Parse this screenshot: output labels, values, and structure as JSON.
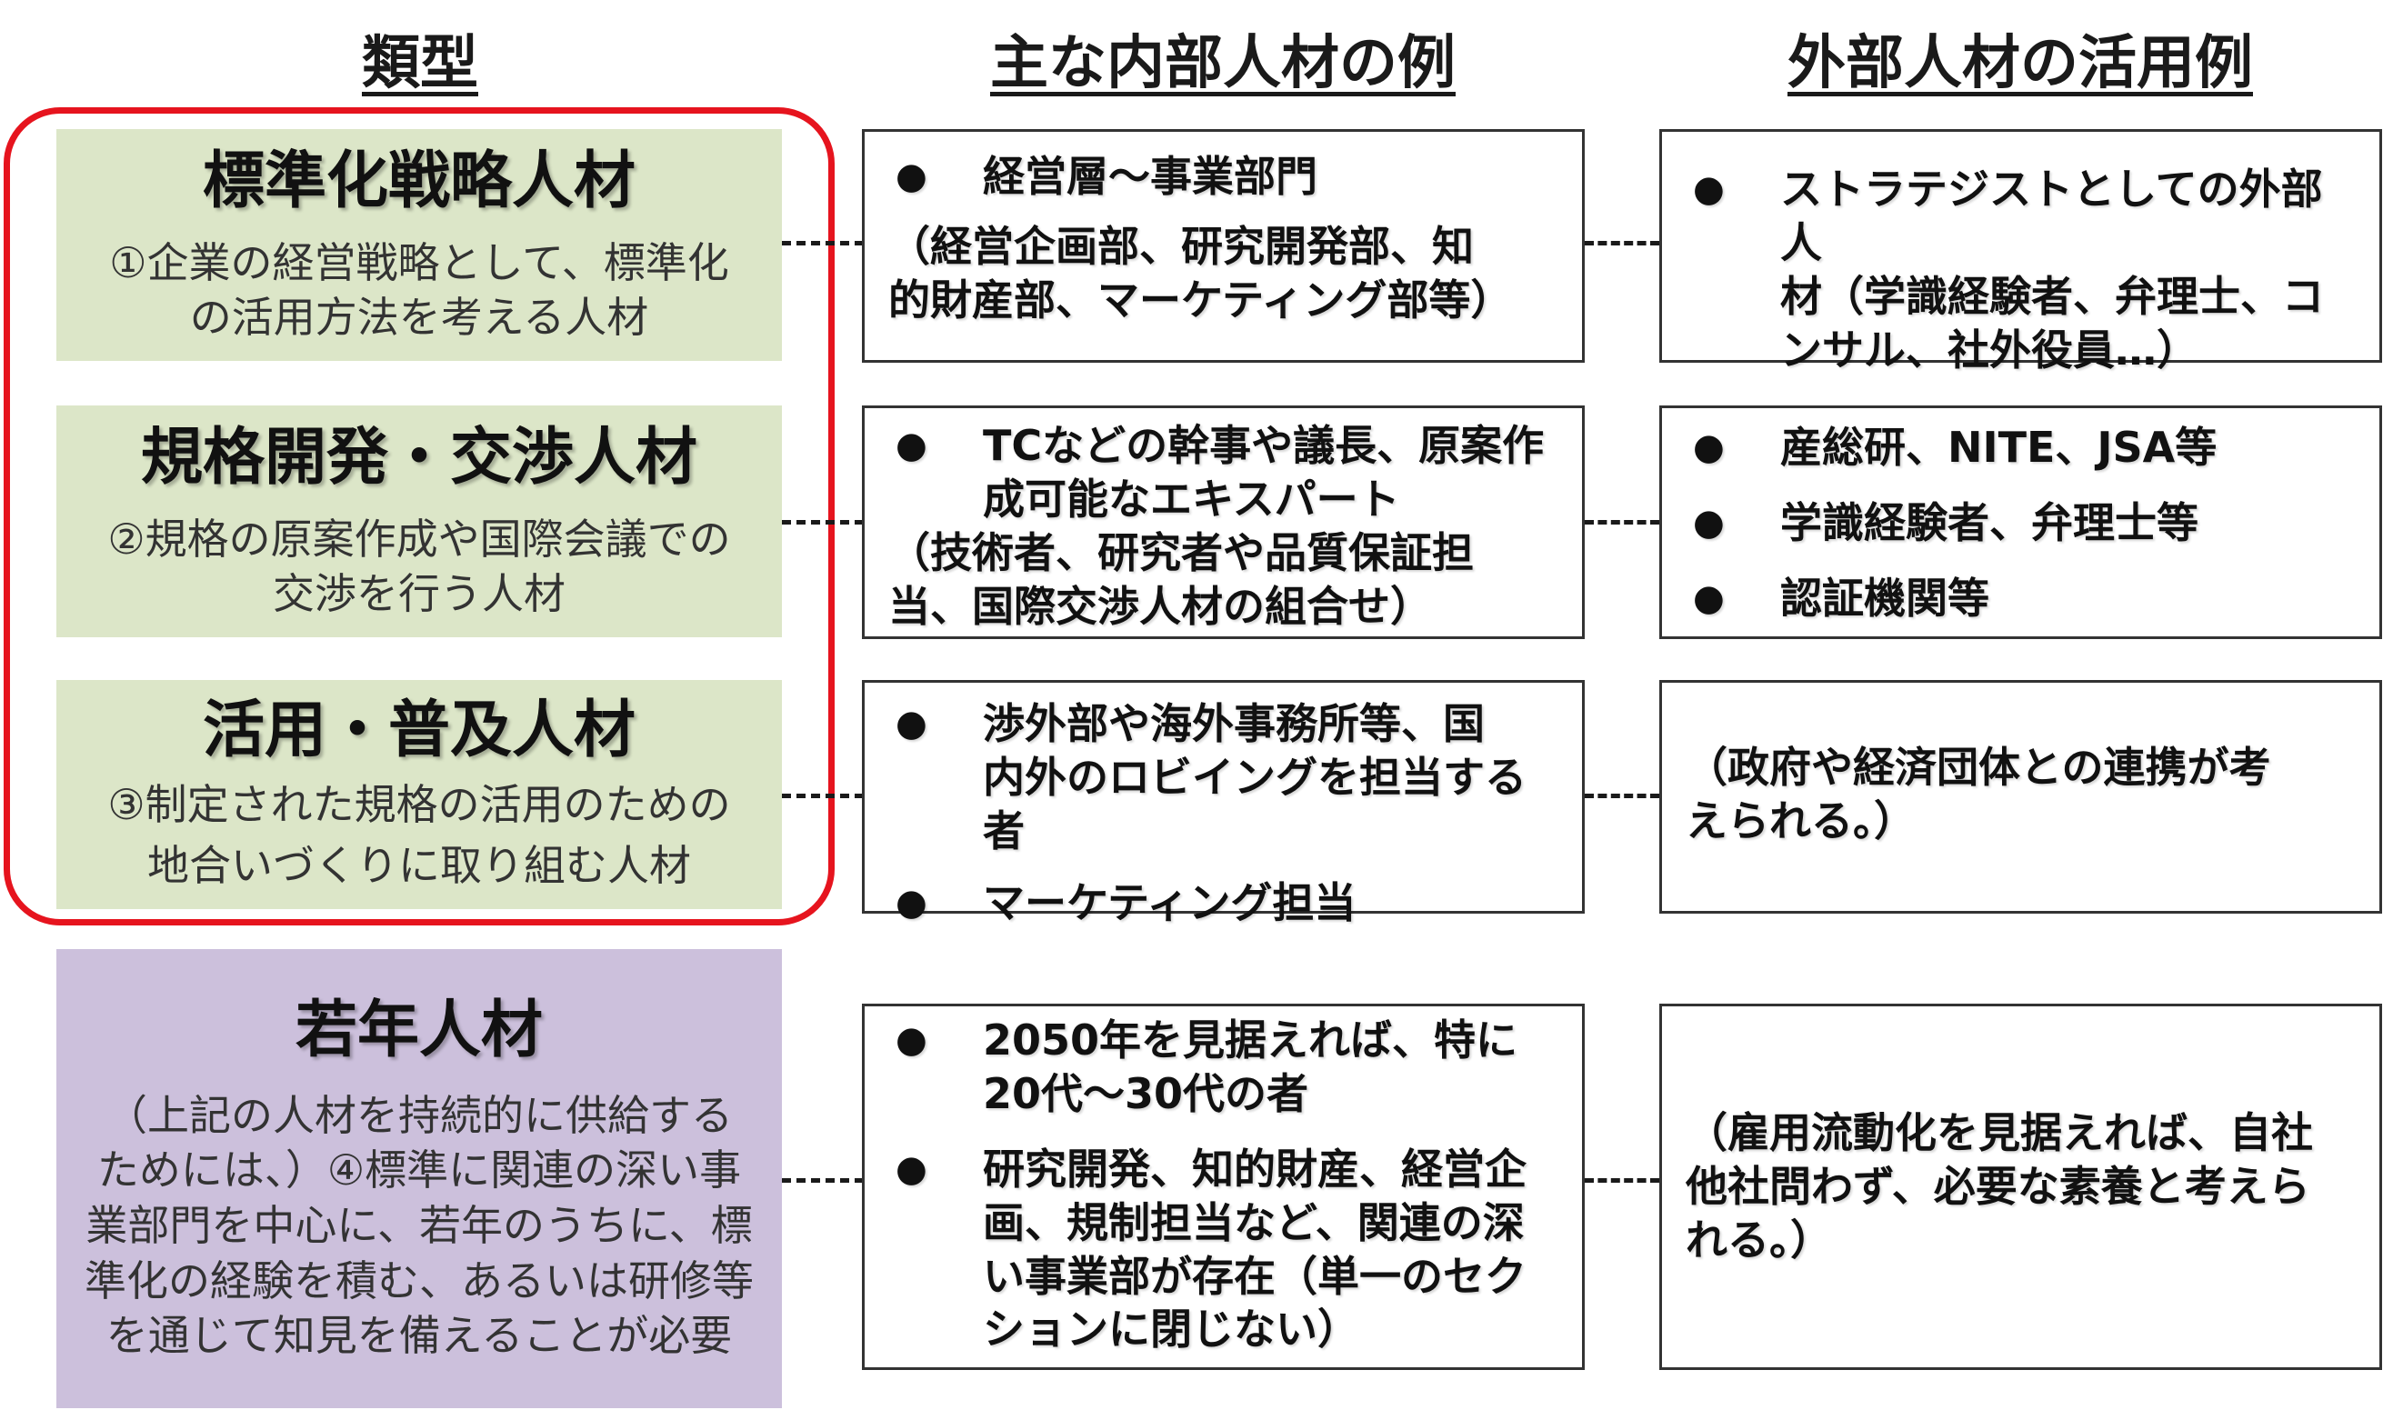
{
  "headers": {
    "type": "類型",
    "internal": "主な内部人材の例",
    "external": "外部人材の活用例"
  },
  "colors": {
    "green_fill": "#dce6c8",
    "purple_fill": "#ccc0dc",
    "highlight": "#e6141e"
  },
  "rows": [
    {
      "title": "標準化戦略人材",
      "desc": "①企業の経営戦略として、標準化\nの活用方法を考える人材",
      "internal_bullets": [
        "経営層～事業部門"
      ],
      "internal_note": "（経営企画部、研究開発部、知\n的財産部、マーケティング部等）",
      "external_bullets": [
        "ストラテジストとしての外部人\n材（学識経験者、弁理士、コ\nンサル、社外役員…）"
      ],
      "external_note": ""
    },
    {
      "title": "規格開発・交渉人材",
      "desc": "②規格の原案作成や国際会議での\n交渉を行う人材",
      "internal_bullets": [
        "TCなどの幹事や議長、原案作\n成可能なエキスパート"
      ],
      "internal_note": "（技術者、研究者や品質保証担\n当、国際交渉人材の組合せ）",
      "external_bullets": [
        "産総研、NITE、JSA等",
        "学識経験者、弁理士等",
        "認証機関等"
      ],
      "external_note": ""
    },
    {
      "title": "活用・普及人材",
      "desc": "③制定された規格の活用のための\n地合いづくりに取り組む人材",
      "internal_bullets": [
        "渉外部や海外事務所等、国\n内外のロビイングを担当する者",
        "マーケティング担当"
      ],
      "internal_note": "",
      "external_bullets": [],
      "external_note": "（政府や経済団体との連携が考\nえられる。）"
    },
    {
      "title": "若年人材",
      "desc": "（上記の人材を持続的に供給する\nためには、）④標準に関連の深い事\n業部門を中心に、若年のうちに、標\n準化の経験を積む、あるいは研修等\nを通じて知見を備えることが必要",
      "internal_bullets": [
        "2050年を見据えれば、特に\n20代～30代の者",
        "研究開発、知的財産、経営企\n画、規制担当など、関連の深\nい事業部が存在（単一のセク\nションに閉じない）"
      ],
      "internal_note": "",
      "external_bullets": [],
      "external_note": "（雇用流動化を見据えれば、自社\n他社問わず、必要な素養と考えら\nれる。）"
    }
  ]
}
